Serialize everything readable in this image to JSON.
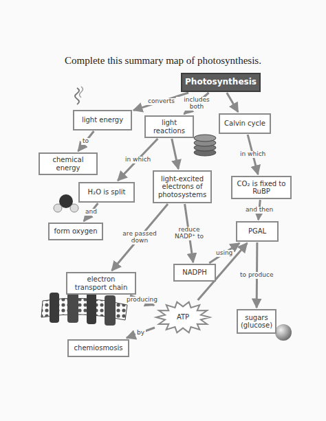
{
  "diagram": {
    "title": "Complete this summary map of photosynthesis.",
    "nodes": [
      {
        "text": [
          "Photosynthesis"
        ]
      },
      {
        "text": [
          "light energy"
        ]
      },
      {
        "text": [
          "light reactions"
        ]
      },
      {
        "text": [
          "Calvin cycle"
        ]
      },
      {
        "text": [
          "chemical energy"
        ]
      },
      {
        "text": [
          "H₂O is split"
        ]
      },
      {
        "text": [
          "light-excited electrons of photosystems"
        ]
      },
      {
        "text": [
          "CO₂ is fixed to RuBP"
        ]
      },
      {
        "text": [
          "form oxygen"
        ]
      },
      {
        "text": [
          "PGAL"
        ]
      },
      {
        "text": [
          "NADPH"
        ]
      },
      {
        "text": [
          "electron transport chain"
        ]
      },
      {
        "text": [
          "ATP"
        ]
      },
      {
        "text": [
          "sugars (glucose)"
        ]
      },
      {
        "text": [
          "chemiosmosis"
        ]
      }
    ],
    "edges": [
      {
        "from": 0,
        "to": 1,
        "label": "converts",
        "arrow": "to"
      },
      {
        "from": 0,
        "to": 2,
        "label": "includes both",
        "arrow": "to"
      },
      {
        "from": 0,
        "to": 3,
        "arrow": "to"
      },
      {
        "from": 1,
        "to": 4,
        "label": "to",
        "arrow": "to"
      },
      {
        "from": 2,
        "to": 5,
        "label": "in which",
        "arrow": "to"
      },
      {
        "from": 2,
        "to": 6,
        "arrow": "to"
      },
      {
        "from": 3,
        "to": 7,
        "label": "in which",
        "arrow": "to"
      },
      {
        "from": 5,
        "to": 8,
        "label": "and",
        "arrow": "to"
      },
      {
        "from": 6,
        "to": 11,
        "label": "are passed down",
        "arrow": "to"
      },
      {
        "from": 6,
        "to": 10,
        "label": "reduce NADP⁺ to",
        "arrow": "to"
      },
      {
        "from": 7,
        "to": 9,
        "label": "and then",
        "arrow": "to"
      },
      {
        "from": 10,
        "to": 9,
        "label": "using",
        "arrow": "to"
      },
      {
        "from": 12,
        "to": 9,
        "arrow": "to"
      },
      {
        "from": 11,
        "to": 12,
        "label": "producing",
        "arrow": "to"
      },
      {
        "from": 12,
        "to": 14,
        "label": "by",
        "arrow": "to"
      },
      {
        "from": 9,
        "to": 13,
        "label": "to produce",
        "arrow": "to"
      }
    ]
  }
}
